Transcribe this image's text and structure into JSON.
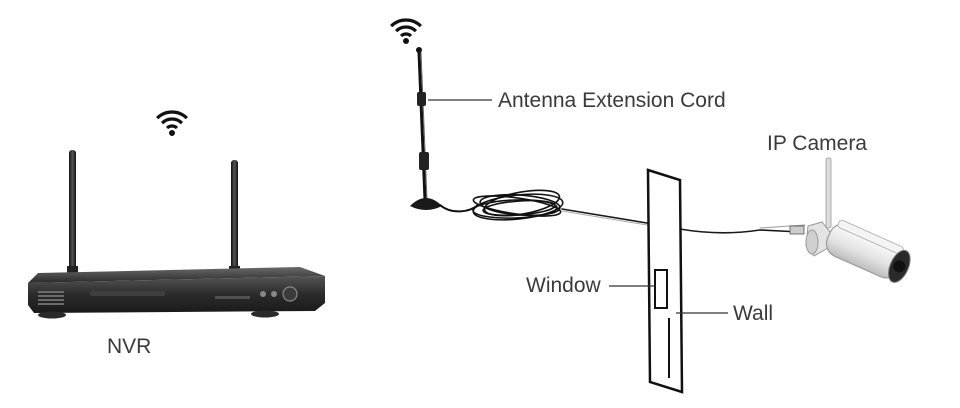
{
  "labels": {
    "antenna": "Antenna Extension Cord",
    "camera": "IP Camera",
    "window": "Window",
    "wall": "Wall",
    "nvr": "NVR"
  },
  "icons": [
    "wifi-icon",
    "wifi-icon"
  ],
  "colors": {
    "ink": "#1a1a1a",
    "label": "#3a3a3a",
    "device_dark": "#2c2c2c",
    "camera_body": "#e8e8e8"
  }
}
